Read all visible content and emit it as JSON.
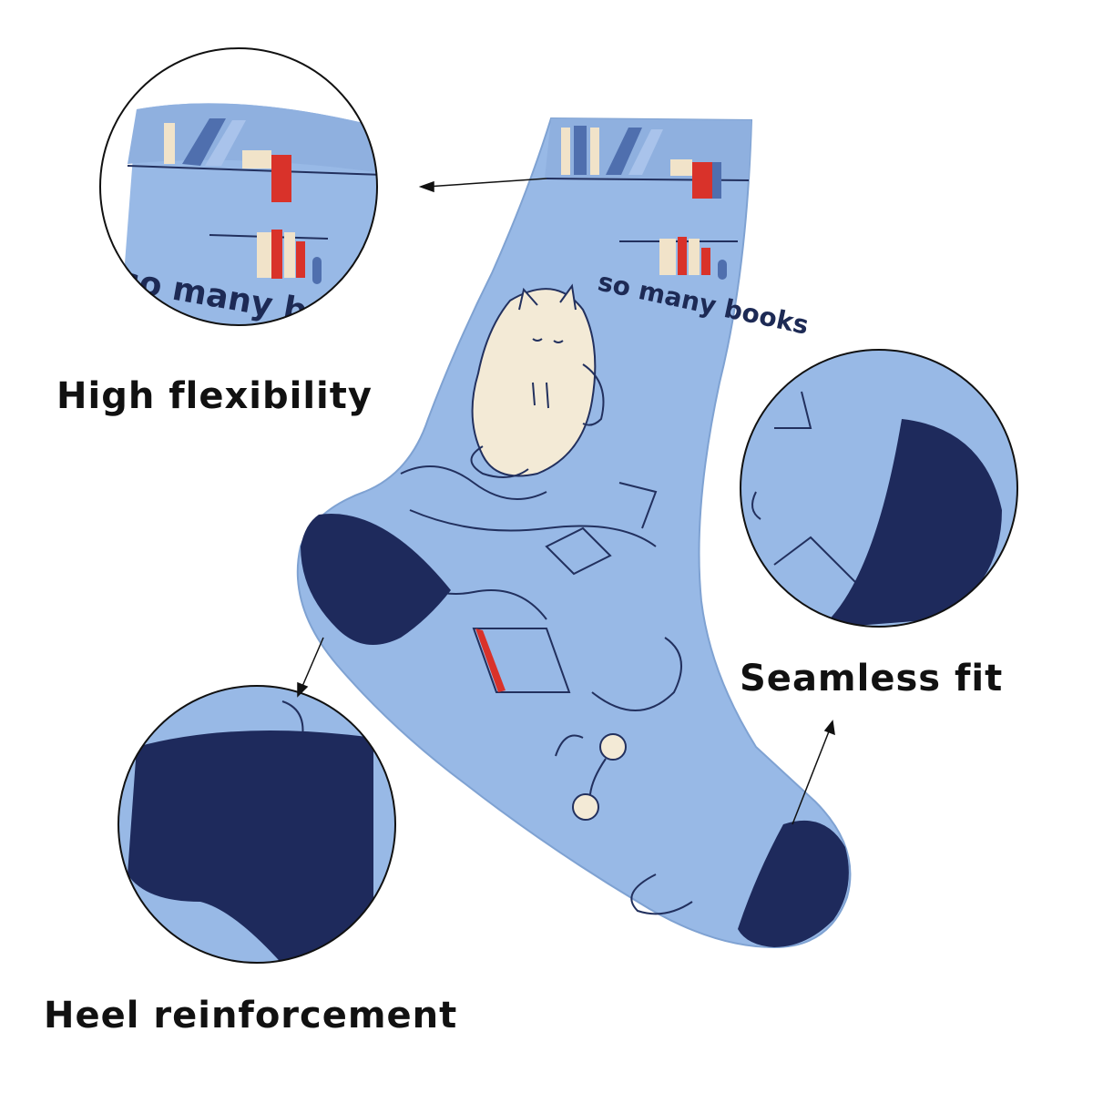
{
  "product": {
    "sock_print_text": "so many books",
    "colors": {
      "sock_body": "#98b9e6",
      "sock_shadow": "#7fa2d2",
      "accent_navy": "#1e2a5c",
      "book_red": "#d9322a",
      "book_cream": "#f1e3c9",
      "book_blue": "#4f6fae",
      "outline": "#22305e"
    }
  },
  "captions": {
    "top_left": "High flexibility",
    "right": "Seamless fit",
    "bottom_left": "Heel reinforcement"
  }
}
